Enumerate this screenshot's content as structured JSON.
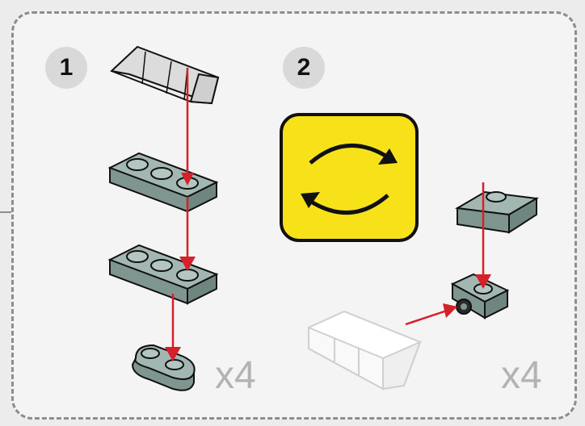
{
  "steps": [
    {
      "number": "1",
      "quantity": "x4"
    },
    {
      "number": "2",
      "quantity": "x4"
    }
  ],
  "colors": {
    "plate": "#8fa5a0",
    "plate_dark": "#6f8580",
    "arrow": "#d6202a",
    "rotate_bg": "#f7e21a",
    "frame": "#8d8d8d"
  },
  "icons": [
    "rotate-model-icon"
  ]
}
